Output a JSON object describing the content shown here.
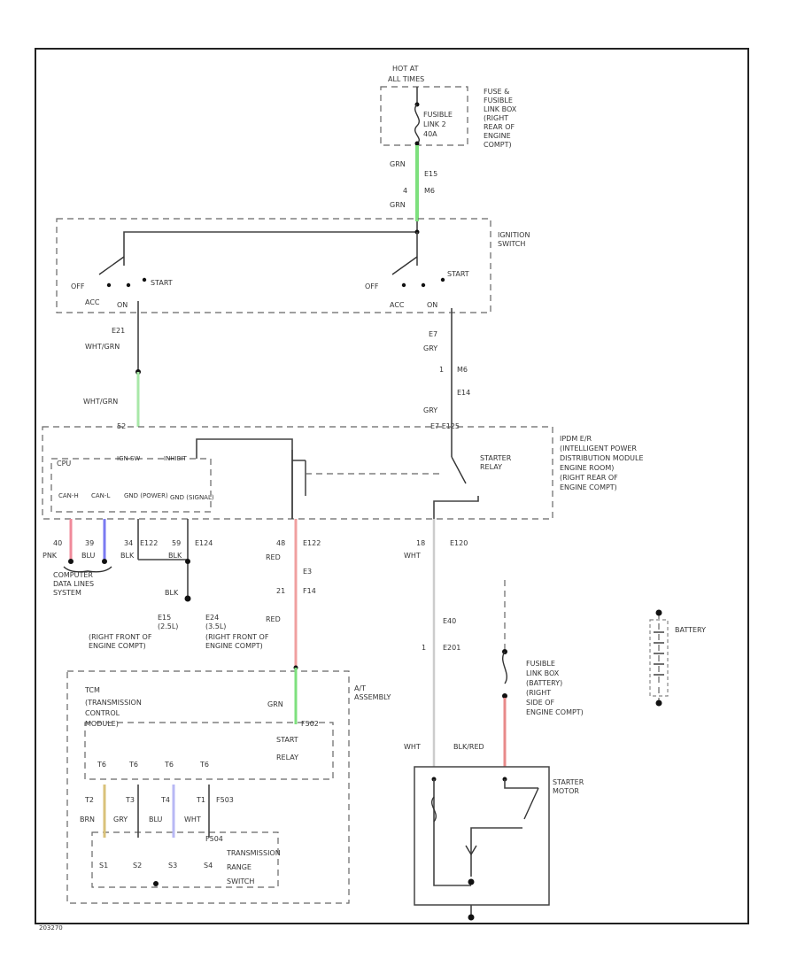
{
  "title": "",
  "figure_id": "203270",
  "colors": {
    "green": "#7ee07e",
    "pink": "#f08a9a",
    "blue": "#7a7af2",
    "tan": "#d9c27a",
    "lavender": "#b8b8f5",
    "red": "#e88a8a",
    "light_green": "#a8e8a8",
    "light_red": "#f0a0a0"
  },
  "components": {
    "fuse_box": {
      "lines": [
        "FUSE &",
        "FUSIBLE",
        "LINK BOX",
        "(RIGHT",
        "REAR OF",
        "ENGINE",
        "COMPT)"
      ]
    },
    "hot_at_all_times": {
      "lines": [
        "HOT AT",
        "ALL TIMES"
      ]
    },
    "fusible_link": {
      "lines": [
        "FUSIBLE",
        "LINK 2",
        "40A"
      ]
    },
    "ignition_switch": {
      "lines": [
        "IGNITION",
        "SWITCH"
      ]
    },
    "ipdm": {
      "lines": [
        "IPDM E/R",
        "(INTELLIGENT POWER",
        "DISTRIBUTION MODULE",
        "ENGINE ROOM)",
        "(RIGHT REAR OF",
        "ENGINE COMPT)"
      ]
    },
    "starter_relay": {
      "lines": [
        "STARTER",
        "RELAY"
      ]
    },
    "cpu": {
      "label": "CPU"
    },
    "computer_data_lines": {
      "lines": [
        "COMPUTER",
        "DATA LINES",
        "SYSTEM"
      ]
    },
    "at_assembly": {
      "lines": [
        "A/T",
        "ASSEMBLY"
      ]
    },
    "tcm": {
      "lines": [
        "TCM",
        "(TRANSMISSION",
        "CONTROL",
        "MODULE)"
      ]
    },
    "start_relay": {
      "lines": [
        "START",
        "RELAY"
      ]
    },
    "range_switch": {
      "lines": [
        "TRANSMISSION",
        "RANGE",
        "SWITCH"
      ]
    },
    "fusible_link_battery": {
      "lines": [
        "FUSIBLE",
        "LINK BOX",
        "(BATTERY)",
        "(RIGHT",
        "SIDE OF",
        "ENGINE COMPT)"
      ]
    },
    "starter_motor": {
      "lines": [
        "STARTER",
        "MOTOR"
      ]
    },
    "battery": {
      "label": "BATTERY"
    },
    "ground_e15": {
      "lines": [
        "E15",
        "(2.5L)",
        "(RIGHT FRONT OF",
        "ENGINE COMPT)"
      ]
    },
    "ground_e24": {
      "lines": [
        "E24",
        "(3.5L)",
        "(RIGHT FRONT OF",
        "ENGINE COMPT)"
      ]
    }
  },
  "switch_labels": {
    "off": "OFF",
    "acc": "ACC",
    "on": "ON",
    "start": "START"
  },
  "cpu_pins": {
    "can_h": "CAN-H",
    "can_l": "CAN-L",
    "gnd_power": "GND (POWER)",
    "gnd_signal": "GND (SIGNAL)",
    "ign_sw": "IGN SW",
    "inhibit": "INHIBIT"
  },
  "wire_labels": {
    "grn_top": "GRN",
    "e15_pin": "E15",
    "pin4": "4",
    "m6": "M6",
    "grn_2": "GRN",
    "e21": "E21",
    "wht_grn_1": "WHT/GRN",
    "wht_grn_2": "WHT/GRN",
    "pin52": "52",
    "e7": "E7",
    "gry_1": "GRY",
    "pin1_mid": "1",
    "m6_2": "M6",
    "e14": "E14",
    "gry_2": "GRY",
    "e7_e125": "E7 E125",
    "pin40": "40",
    "pnk": "PNK",
    "pin39": "39",
    "blu": "BLU",
    "pin34": "34",
    "e122": "E122",
    "pin59": "59",
    "blk": "BLK",
    "e124": "E124",
    "blk_2": "BLK",
    "pin48": "48",
    "e122b": "E122",
    "red": "RED",
    "e3": "E3",
    "pin21": "21",
    "f14": "F14",
    "red_2": "RED",
    "pin18": "18",
    "e120": "E120",
    "wht": "WHT",
    "e40": "E40",
    "pin1": "1",
    "e201": "E201",
    "grn_at": "GRN",
    "f502": "F502",
    "wht_sm": "WHT",
    "blk_red": "BLK/RED",
    "t6a": "T6",
    "t6b": "T6",
    "t6c": "T6",
    "t6d": "T6",
    "t2": "T2",
    "t3": "T3",
    "t4": "T4",
    "t1": "T1",
    "f503": "F503",
    "brn": "BRN",
    "gry_s": "GRY",
    "blu_s": "BLU",
    "wht_s": "WHT",
    "f504": "F504",
    "s1": "S1",
    "s2": "S2",
    "s3": "S3",
    "s4": "S4"
  }
}
